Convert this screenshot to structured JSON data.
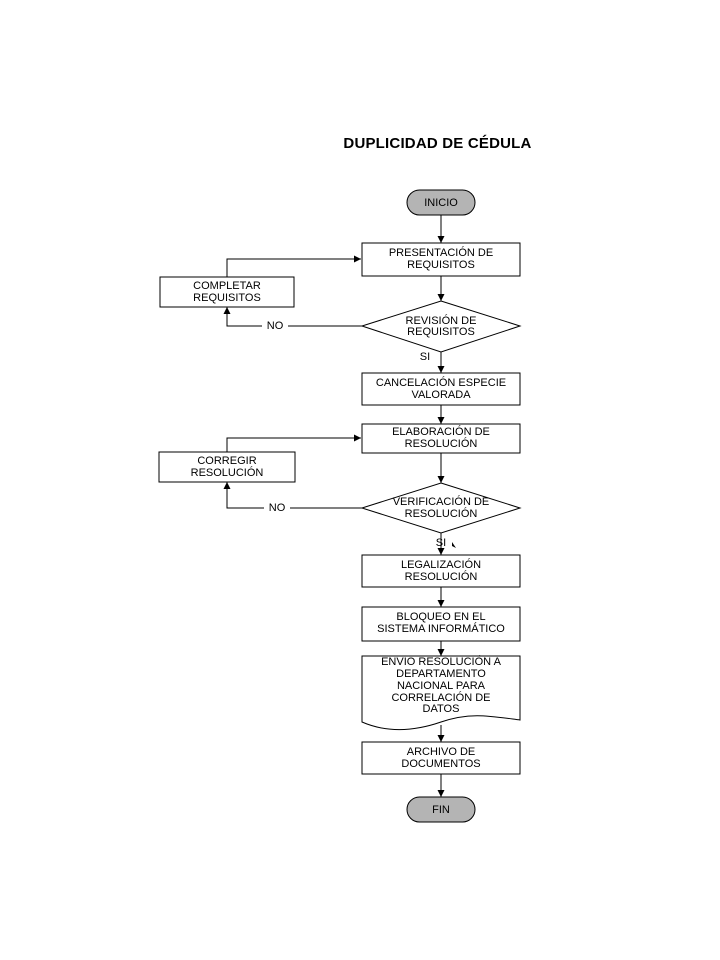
{
  "title": "DUPLICIDAD DE CÉDULA",
  "nodes": {
    "inicio": [
      "INICIO"
    ],
    "presentacion": [
      "PRESENTACIÓN DE",
      "REQUISITOS"
    ],
    "completar": [
      "COMPLETAR",
      "REQUISITOS"
    ],
    "revision": [
      "REVISIÓN DE",
      "REQUISITOS"
    ],
    "cancelacion": [
      "CANCELACIÓN ESPECIE",
      "VALORADA"
    ],
    "elaboracion": [
      "ELABORACIÓN DE",
      "RESOLUCIÓN"
    ],
    "corregir": [
      "CORREGIR",
      "RESOLUCIÓN"
    ],
    "verificacion": [
      "VERIFICACIÓN  DE",
      "RESOLUCIÓN"
    ],
    "legalizacion": [
      "LEGALIZACIÓN",
      "RESOLUCIÓN"
    ],
    "bloqueo": [
      "BLOQUEO EN EL",
      "SISTEMA INFORMÁTICO"
    ],
    "envio": [
      "ENVIO RESOLUCIÓN A",
      "DEPARTAMENTO",
      "NACIONAL PARA",
      "CORRELACIÓN DE",
      "DATOS"
    ],
    "archivo": [
      "ARCHIVO DE",
      "DOCUMENTOS"
    ],
    "fin": [
      "FIN"
    ]
  },
  "edge_labels": {
    "revision_no": "NO",
    "revision_si": "SI",
    "verificacion_no": "NO",
    "verificacion_si": "SI"
  },
  "colors": {
    "terminator_fill": "#b4b4b4",
    "stroke": "#000000"
  }
}
